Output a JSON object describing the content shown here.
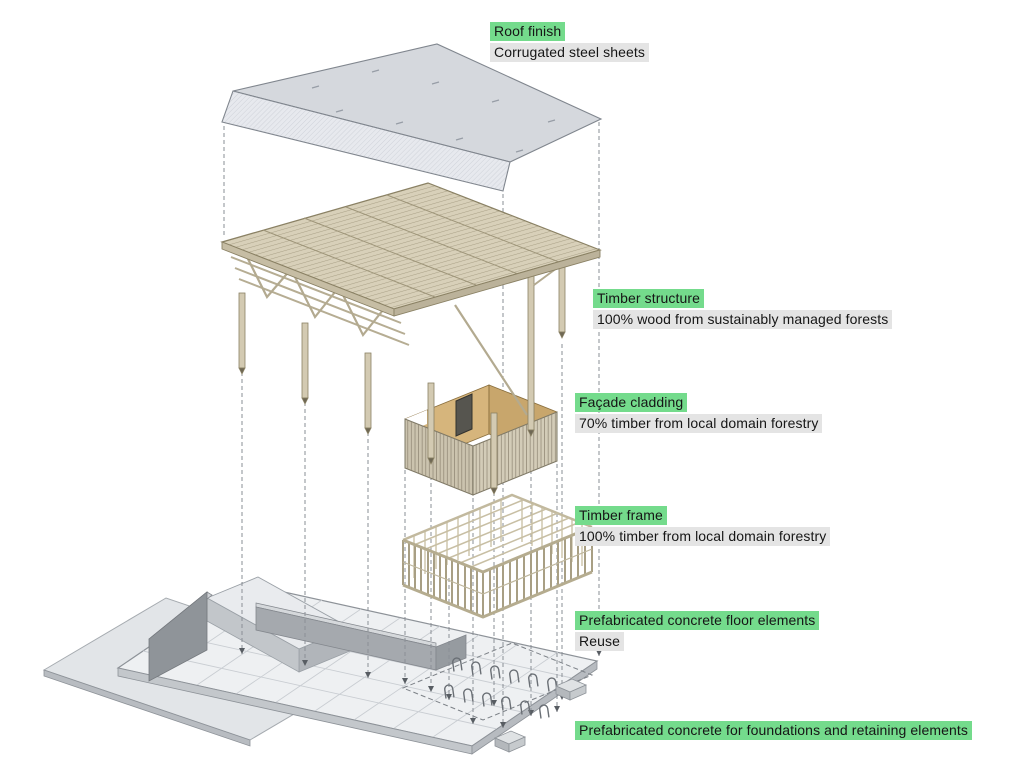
{
  "colors": {
    "label_highlight_green": "#74db8c",
    "label_highlight_gray": "#e4e4e4",
    "label_text": "#161616",
    "roof_gray": "#d5d8dd",
    "timber_tan": "#d8d0b9",
    "facade_tan": "#d6b57c",
    "concrete_light": "#eef0f2",
    "background": "#ffffff"
  },
  "diagram_parts": [
    "roof-sheet",
    "timber-roof-structure",
    "facade-cladding-box",
    "timber-stud-frame",
    "concrete-floor-slab",
    "foundation-and-retaining-elements"
  ],
  "labels": {
    "roof": {
      "title": "Roof finish",
      "subtitle": "Corrugated steel sheets"
    },
    "timber_structure": {
      "title": "Timber structure",
      "subtitle": "100% wood from sustainably managed forests"
    },
    "facade_cladding": {
      "title": "Façade cladding",
      "subtitle": "70% timber from local domain forestry"
    },
    "timber_frame": {
      "title": "Timber frame",
      "subtitle": "100% timber from local domain forestry"
    },
    "floor": {
      "title": "Prefabricated concrete floor elements",
      "subtitle": "Reuse"
    },
    "foundation": {
      "title": "Prefabricated concrete for foundations and retaining elements"
    }
  }
}
